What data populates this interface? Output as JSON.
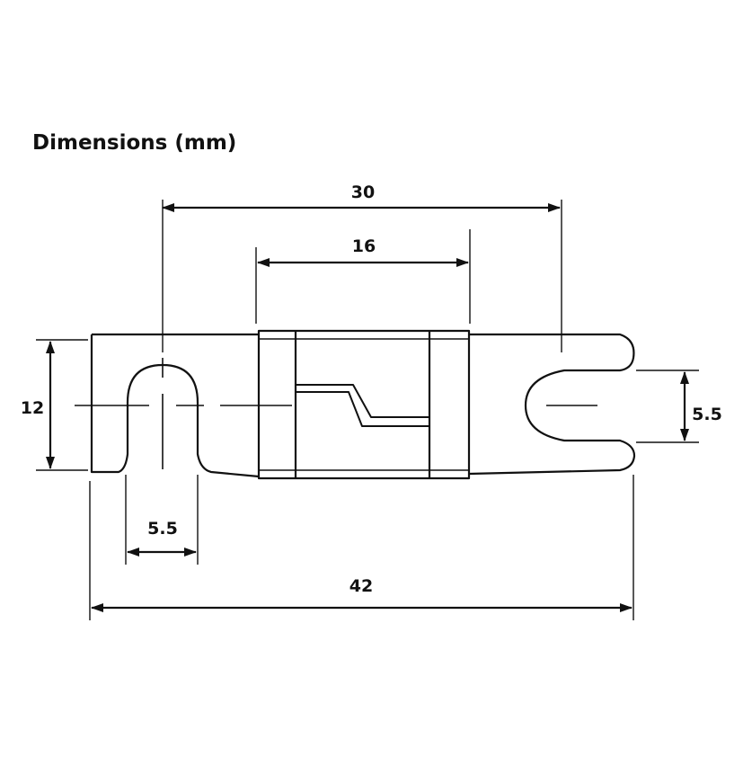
{
  "title": "Dimensions (mm)",
  "dimensions": {
    "overall_length": "42",
    "hole_spacing": "30",
    "body_length": "16",
    "width": "12",
    "slot_width_left": "5.5",
    "slot_width_right": "5.5"
  }
}
